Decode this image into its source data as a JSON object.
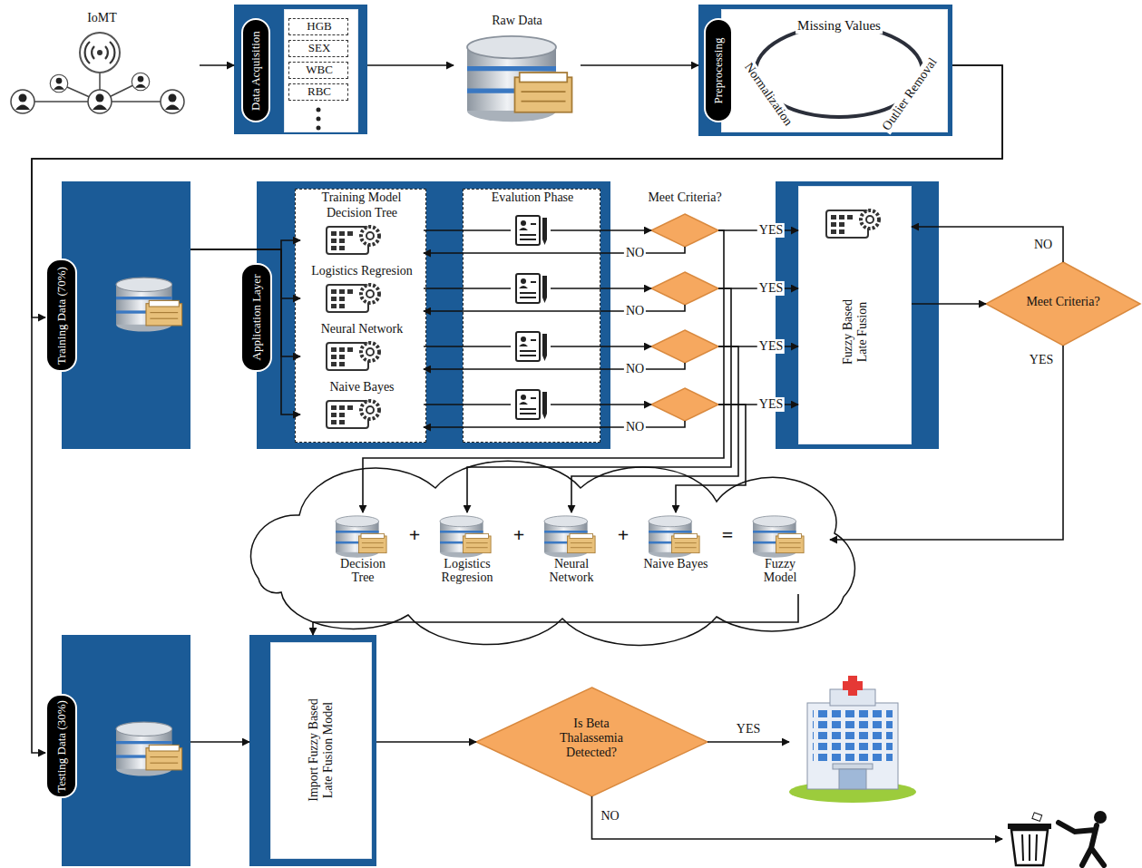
{
  "diagram": {
    "nodes": [
      {
        "text": [
          "IoMT"
        ]
      },
      {
        "text": [
          "Data Acquisition"
        ]
      },
      {
        "text": [
          "HGB"
        ],
        "in": 1
      },
      {
        "text": [
          "SEX"
        ],
        "in": 1
      },
      {
        "text": [
          "WBC"
        ],
        "in": 1
      },
      {
        "text": [
          "RBC"
        ],
        "in": 1
      },
      {
        "text": [
          "Raw Data"
        ]
      },
      {
        "text": [
          "Preprocessing"
        ]
      },
      {
        "text": [
          "Missing Values",
          "Normalization",
          "Outlier Removal"
        ],
        "in": 7
      },
      {
        "text": [
          "Training Data (70%)"
        ]
      },
      {
        "text": [
          "Application Layer"
        ]
      },
      {
        "text": [
          "Training Model"
        ],
        "in": 10
      },
      {
        "text": [
          "Decision Tree"
        ],
        "in": 11
      },
      {
        "text": [
          "Logistics Regresion"
        ],
        "in": 11
      },
      {
        "text": [
          "Neural Network"
        ],
        "in": 11
      },
      {
        "text": [
          "Naive Bayes"
        ],
        "in": 11
      },
      {
        "text": [
          "Evalution Phase"
        ],
        "in": 10
      },
      {
        "text": [
          "Meet Criteria?"
        ]
      },
      {
        "text": []
      },
      {
        "text": []
      },
      {
        "text": []
      },
      {
        "text": [
          "Fuzzy Based Late Fusion"
        ]
      },
      {
        "text": [
          "Meet Criteria?"
        ]
      },
      {
        "text": [
          "+",
          "+",
          "+",
          "="
        ]
      },
      {
        "text": [
          "Decision Tree"
        ],
        "in": 23
      },
      {
        "text": [
          "Logistics Regresion"
        ],
        "in": 23
      },
      {
        "text": [
          "Neural Network"
        ],
        "in": 23
      },
      {
        "text": [
          "Naive Bayes"
        ],
        "in": 23
      },
      {
        "text": [
          "Fuzzy Model"
        ],
        "in": 23
      },
      {
        "text": [
          "Testing Data (30%)"
        ]
      },
      {
        "text": [
          "Import Fuzzy Based Late Fusion Model"
        ]
      },
      {
        "text": [
          "Is Beta Thalassemia Detected?"
        ]
      },
      {
        "text": []
      },
      {
        "text": []
      }
    ],
    "edges": [
      {
        "from": 0,
        "to": 1,
        "arrow": "to"
      },
      {
        "from": 1,
        "to": 6,
        "arrow": "to"
      },
      {
        "from": 6,
        "to": 7,
        "arrow": "to"
      },
      {
        "from": 7,
        "to": 9,
        "arrow": "to"
      },
      {
        "from": 7,
        "to": 29,
        "arrow": "to"
      },
      {
        "from": 9,
        "to": 12,
        "arrow": "to"
      },
      {
        "from": 9,
        "to": 13,
        "arrow": "to"
      },
      {
        "from": 9,
        "to": 14,
        "arrow": "to"
      },
      {
        "from": 9,
        "to": 15,
        "arrow": "to"
      },
      {
        "from": 12,
        "to": 17,
        "arrow": "to"
      },
      {
        "from": 13,
        "to": 18,
        "arrow": "to"
      },
      {
        "from": 14,
        "to": 19,
        "arrow": "to"
      },
      {
        "from": 15,
        "to": 20,
        "arrow": "to"
      },
      {
        "from": 17,
        "to": 12,
        "label": "NO",
        "arrow": "to"
      },
      {
        "from": 18,
        "to": 13,
        "label": "NO",
        "arrow": "to"
      },
      {
        "from": 19,
        "to": 14,
        "label": "NO",
        "arrow": "to"
      },
      {
        "from": 20,
        "to": 15,
        "label": "NO",
        "arrow": "to"
      },
      {
        "from": 17,
        "to": 21,
        "label": "YES",
        "arrow": "to"
      },
      {
        "from": 18,
        "to": 21,
        "label": "YES",
        "arrow": "to"
      },
      {
        "from": 19,
        "to": 21,
        "label": "YES",
        "arrow": "to"
      },
      {
        "from": 20,
        "to": 21,
        "label": "YES",
        "arrow": "to"
      },
      {
        "from": 17,
        "to": 24,
        "arrow": "to"
      },
      {
        "from": 18,
        "to": 25,
        "arrow": "to"
      },
      {
        "from": 19,
        "to": 26,
        "arrow": "to"
      },
      {
        "from": 20,
        "to": 27,
        "arrow": "to"
      },
      {
        "from": 21,
        "to": 22,
        "arrow": "to"
      },
      {
        "from": 22,
        "to": 21,
        "label": "NO",
        "arrow": "to"
      },
      {
        "from": 22,
        "to": 28,
        "label": "YES",
        "arrow": "to"
      },
      {
        "from": 28,
        "to": 30,
        "arrow": "to"
      },
      {
        "from": 29,
        "to": 30,
        "arrow": "to"
      },
      {
        "from": 30,
        "to": 31,
        "arrow": "to"
      },
      {
        "from": 31,
        "to": 32,
        "label": "YES",
        "arrow": "to"
      },
      {
        "from": 31,
        "to": 33,
        "label": "NO",
        "arrow": "to"
      }
    ]
  }
}
